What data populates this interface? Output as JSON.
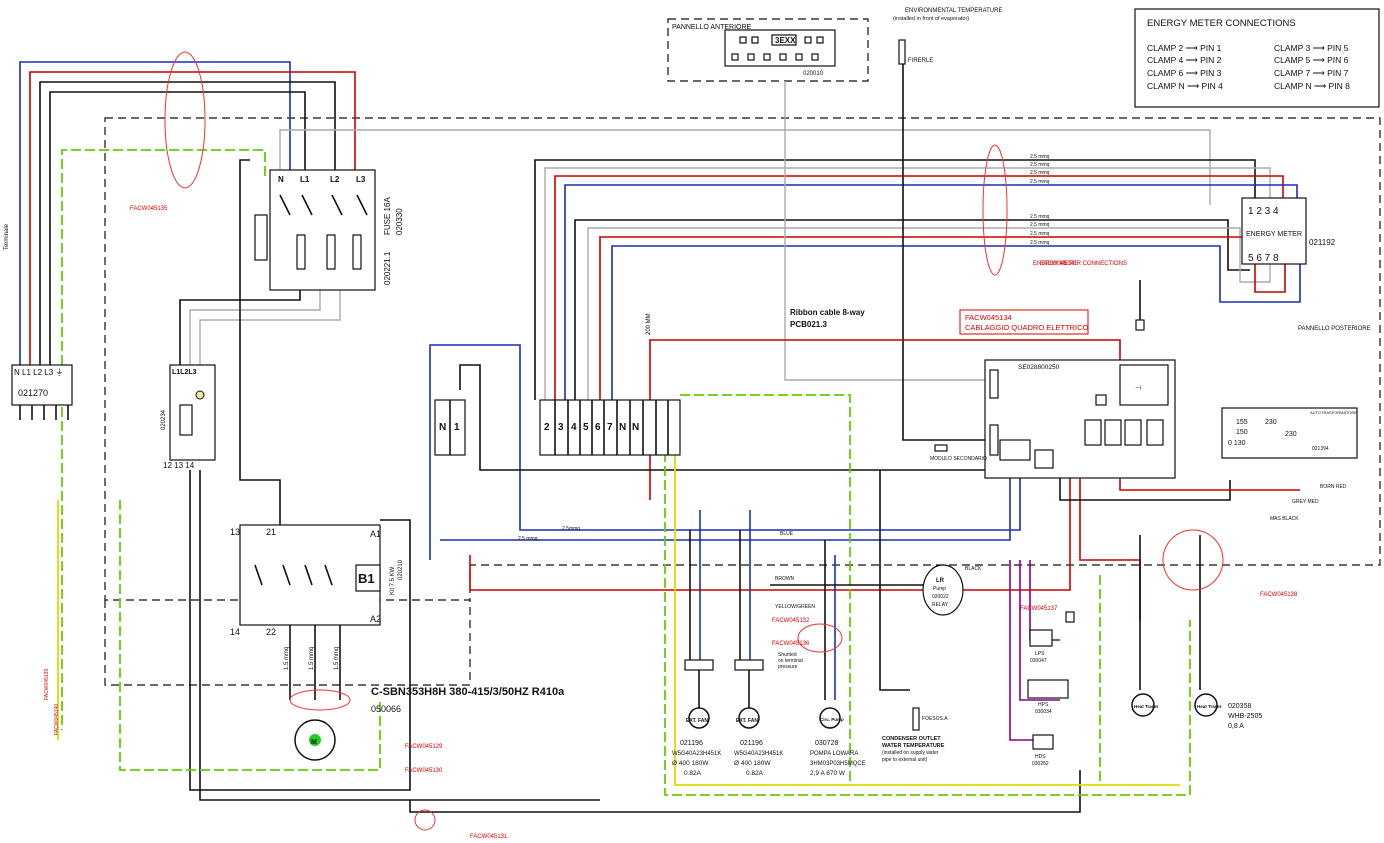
{
  "meter_legend": {
    "title": "ENERGY METER CONNECTIONS",
    "rows": [
      {
        "l": "CLAMP  2   ⟶  PIN 1",
        "r": "CLAMP 3   ⟶  PIN 5"
      },
      {
        "l": "CLAMP  4   ⟶  PIN 2",
        "r": "CLAMP 5   ⟶  PIN 6"
      },
      {
        "l": "CLAMP  6   ⟶  PIN 3",
        "r": "CLAMP 7   ⟶  PIN 7"
      },
      {
        "l": "CLAMP  N   ⟶  PIN 4",
        "r": "CLAMP N   ⟶  PIN 8"
      }
    ]
  },
  "top_labels": {
    "pannello": "PANNELLO ANTERIORE",
    "display": "3EXX",
    "display_code": "020010",
    "env_temp": "ENVIRONMENTAL TEMPERATURE",
    "env_temp_sub": "(installed in front of evaporator)",
    "probe": "FIRERLE"
  },
  "energy_meter": {
    "pins_top": "1  2  3  4",
    "label": "ENERGY METER",
    "pins_bottom": "5  6  7  8",
    "code": "021192",
    "wire_labels": [
      "2.5 mmq",
      "2.5 mmq",
      "2.5 mmq",
      "2.5 mmq",
      "2.5 mmq",
      "2.5 mmq",
      "2.5 mmq",
      "2.5 mmq"
    ],
    "red_note": "ENERGY METER CONNECTIONS"
  },
  "fuse": {
    "terminals": [
      "N",
      "L1",
      "L2",
      "L3"
    ],
    "label": "FUSE 16A",
    "code": "020330",
    "code2": "020221.1"
  },
  "left_terminal": {
    "pins": "N L1 L2 L3 ⏚",
    "code": "021270",
    "side": "Terminale"
  },
  "breaker": {
    "top": "L1L2L3",
    "code": "020234",
    "bottom": "12  13  14"
  },
  "contactor": {
    "tl": "13",
    "tm": "21",
    "a1": "A1",
    "bl": "14",
    "bm": "22",
    "a2": "A2",
    "coil": "B1",
    "side": "Kit 7.5 KW",
    "code": "020210"
  },
  "compressor": {
    "model": "C-SBN353H8H  380-415/3/50HZ R410a",
    "code": "050066",
    "wires": [
      "1.5 mmq",
      "1.5 mmq",
      "1.5 mmq"
    ],
    "m": "M"
  },
  "terminal_blocks": {
    "small": [
      "N",
      "1"
    ],
    "large": [
      "2",
      "3",
      "4",
      "5",
      "6",
      "7",
      "N",
      "N"
    ],
    "vlabel": "200 MM"
  },
  "ribbon": {
    "line1": "Ribbon cable 8-way",
    "line2": "PCB021.3"
  },
  "red_box": {
    "line1": "FACW045134",
    "line2": "CABLAGGIO QUADRO ELETTRICO"
  },
  "board": {
    "code": "SE028800250",
    "sub": "MODULO SECONDARIO"
  },
  "right_module": {
    "l1": "155",
    "l2": "150",
    "l3": "0  130",
    "r1": "230",
    "r2": "230",
    "code": "021394",
    "header": "AUTOTRASFORMATORE",
    "wires": [
      "BORN RED",
      "GREY MED",
      "MAS BLACK"
    ]
  },
  "panel_label": "PANNELLO POSTERIORE",
  "fans": [
    {
      "label": "EXT. FAN",
      "code": "021196",
      "model": "W5G40A23H451K",
      "spec1": "Ø 400  180W",
      "spec2": "0.82A"
    },
    {
      "label": "EXT. FAN",
      "code": "021196",
      "model": "W5G40A23H451K",
      "spec1": "Ø 400  180W",
      "spec2": "0.82A"
    }
  ],
  "pump": {
    "label": "Circ. Pump",
    "code": "030728",
    "model": "POMPA LOWARA",
    "model2": "3HM03P03H5MQCE",
    "spec": "2,9 A    670 W"
  },
  "pump_note": [
    "Shunted",
    "on terminal",
    "pressure"
  ],
  "wire_labels": {
    "brown": "BROWN",
    "yg": "YELLOW/GREEN",
    "blue": "BLUE",
    "black": "BLACK",
    "mm1": "2.5 mmq",
    "mm2": "2.5mmq"
  },
  "lr_pump": {
    "l1": "LR",
    "l2": "Pump",
    "l3": "020022",
    "l4": "RELAY"
  },
  "condenser": {
    "l1": "CONDENSER OUTLET",
    "l2": "WATER TEMPERATURE",
    "l3": "(installed on supply water",
    "l4": "pipe to external unit)",
    "probe": "FOESOS.A"
  },
  "pressure": [
    {
      "l": "LPS",
      "c": "030047"
    },
    {
      "l": "HPS",
      "c": "030034"
    },
    {
      "l": "HDS",
      "c": "030252"
    }
  ],
  "heater": {
    "l": "Heat Tracer",
    "c": "020358",
    "model": "WHB-2505",
    "spec": "0,8 A"
  },
  "heater2": {
    "l": "Heat Tracer"
  },
  "red_refs": [
    "FACW045135",
    "FACW045129",
    "FACW045130",
    "FACW045131",
    "FACW045132",
    "FACW045136",
    "FACW045137",
    "FACW045138",
    "FACW045139",
    "FACW045140",
    "FACW045141"
  ]
}
